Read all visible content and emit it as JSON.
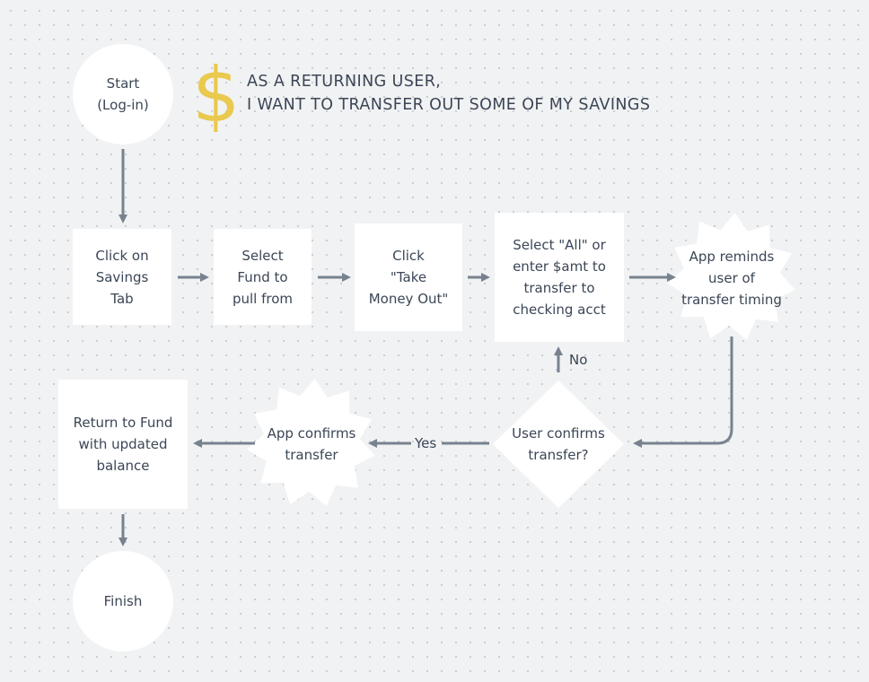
{
  "colors": {
    "arrow": "#78828f",
    "node_fill": "#ffffff",
    "text": "#3b4656",
    "dollar": "#e9c94e",
    "background": "#f1f2f3"
  },
  "header": {
    "icon": "dollar-sign-icon",
    "icon_glyph": "$",
    "line1": "AS A RETURNING USER,",
    "line2": "I WANT TO TRANSFER OUT SOME OF MY SAVINGS"
  },
  "nodes": {
    "start": "Start\n(Log-in)",
    "savings_tab": "Click on\nSavings\nTab",
    "select_fund": "Select\nFund to\npull from",
    "take_money_out": "Click\n\"Take\nMoney Out\"",
    "select_amount": "Select \"All\" or\nenter $amt to\ntransfer to\nchecking acct",
    "app_reminds": "App reminds\nuser of\ntransfer timing",
    "user_confirms": "User confirms\ntransfer?",
    "app_confirms": "App confirms\ntransfer",
    "return_to_fund": "Return to Fund\nwith updated\nbalance",
    "finish": "Finish"
  },
  "edge_labels": {
    "no": "No",
    "yes": "Yes"
  }
}
